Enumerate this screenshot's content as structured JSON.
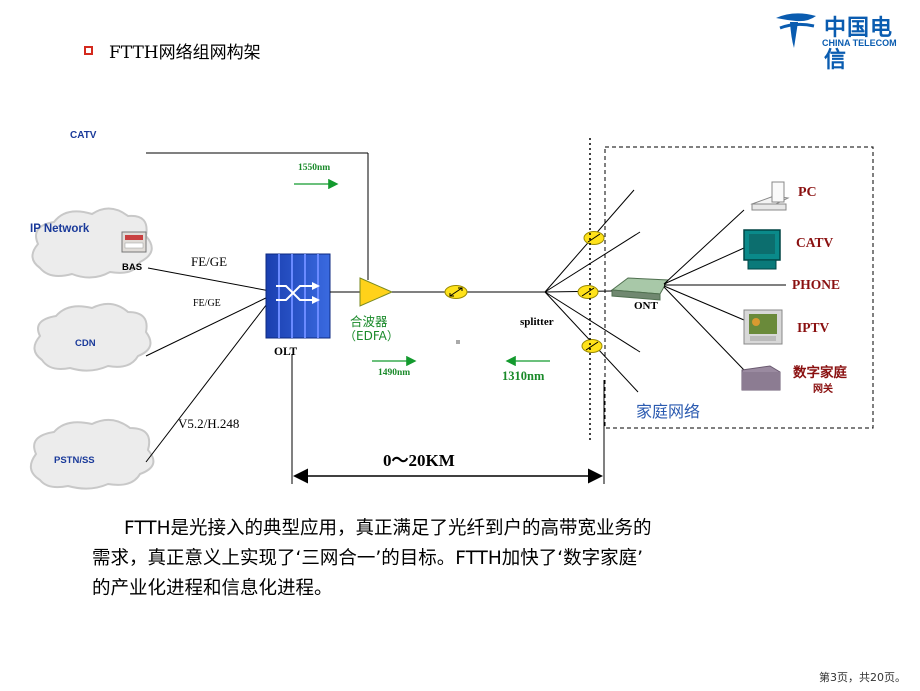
{
  "header": {
    "title": "FTTH网络组网构架",
    "logo_cn": "中国电信",
    "logo_en": "CHINA TELECOM"
  },
  "diagram": {
    "sources": {
      "catv": "CATV",
      "ip_network": "IP Network",
      "cdn": "CDN",
      "pstn": "PSTN/SS"
    },
    "bas": "BAS",
    "links": {
      "fe_ge_1": "FE/GE",
      "fe_ge_2": "FE/GE",
      "voice": "V5.2/H.248"
    },
    "olt": "OLT",
    "edfa_line1": "合波器",
    "edfa_line2": "（EDFA）",
    "wavelengths": {
      "w1550": "1550nm",
      "w1490": "1490nm",
      "w1310": "1310nm"
    },
    "splitter": "splitter",
    "ont": "ONT",
    "home_network": "家庭网络",
    "distance": "0～20KM",
    "devices": {
      "pc": "PC",
      "catv": "CATV",
      "phone": "PHONE",
      "iptv": "IPTV",
      "gateway_line1": "数字家庭",
      "gateway_line2": "网关"
    }
  },
  "paragraph": {
    "line1": "FTTH是光接入的典型应用，真正满足了光纤到户的高带宽业务的",
    "line2": "需求，真正意义上实现了‘三网合一’的目标。FTTH加快了‘数字家庭’",
    "line3": "的产业化进程和信息化进程。"
  },
  "footer": {
    "page": "第3页，共20页。"
  },
  "colors": {
    "brand_blue": "#0a5cb0",
    "bullet_red": "#d42a1e",
    "arrow_green": "#139a2e",
    "label_green": "#1a8a2a",
    "home_label_blue": "#2a5ab0"
  }
}
